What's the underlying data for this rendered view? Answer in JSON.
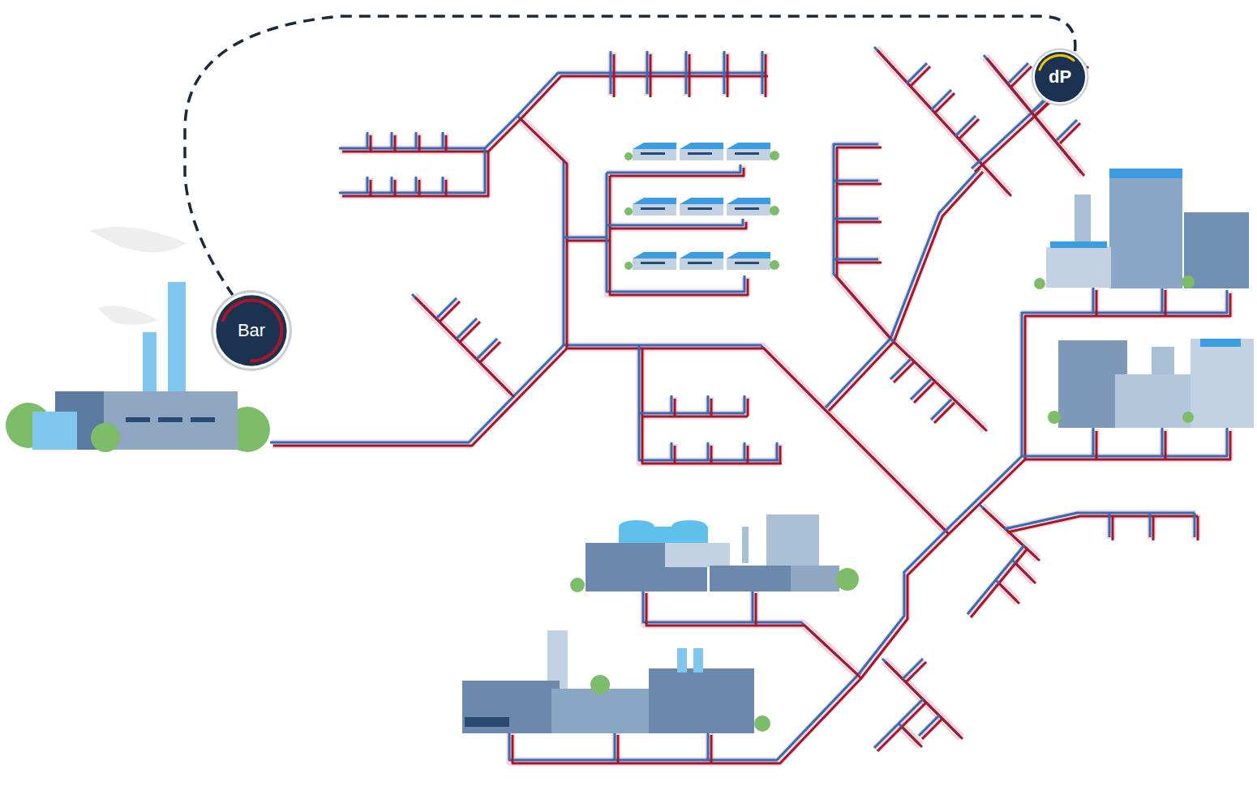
{
  "diagram": {
    "nodes": [
      {
        "text": [
          "dP"
        ]
      },
      {
        "text": [
          "Bar"
        ]
      }
    ],
    "edges": [
      {
        "from": 0,
        "to": 1,
        "arrow": "none"
      }
    ]
  }
}
